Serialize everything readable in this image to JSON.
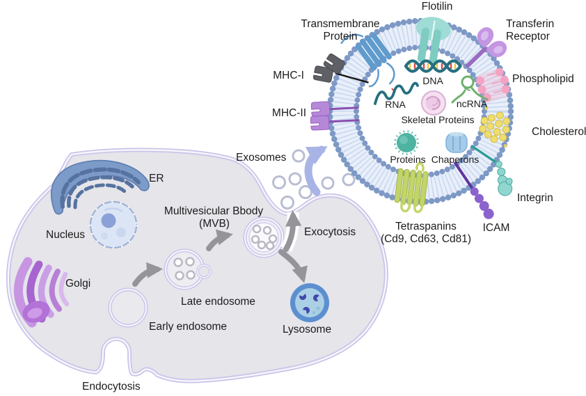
{
  "figure": {
    "description": "Exosome biogenesis diagram: cell with organelles releasing exosomes, and enlarged exosome vesicle with membrane components"
  },
  "cell": {
    "labels": {
      "er": "ER",
      "nucleus": "Nucleus",
      "golgi": "Golgi",
      "mvb_line1": "Multivesicular Bbody",
      "mvb_line2": "(MVB)",
      "late_endosome": "Late endosome",
      "early_endosome": "Early endosome",
      "lysosome": "Lysosome",
      "exocytosis": "Exocytosis",
      "endocytosis": "Endocytosis",
      "exosomes": "Exosomes"
    }
  },
  "exosome": {
    "membrane_labels": {
      "flotilin": "Flotilin",
      "transmembrane_line1": "Transmembrane",
      "transmembrane_line2": "Protein",
      "transferin_line1": "Transferin",
      "transferin_line2": "Receptor",
      "mhc1": "MHC-I",
      "mhc2": "MHC-II",
      "phospholipid": "Phospholipid",
      "cholesterol": "Cholesterol",
      "integrin": "Integrin",
      "icam": "ICAM",
      "tetraspanins_line1": "Tetraspanins",
      "tetraspanins_line2": "(Cd9, Cd63, Cd81)"
    },
    "cargo_labels": {
      "dna": "DNA",
      "rna": "RNA",
      "ncrna": "ncRNA",
      "skeletal": "Skeletal Proteins",
      "proteins": "Proteins",
      "chaperons": "Chaperons"
    }
  },
  "colors": {
    "membrane_bead": "#7e99c5",
    "flotilin": "#9fdcd5",
    "transmembrane": "#5f9bcc",
    "transferin": "#c495e2",
    "phospholipid": "#f4a3c3",
    "cholesterol": "#efdd6e",
    "integrin": "#8fd6cf",
    "icam": "#8a63cc",
    "tetraspanins": "#c3d56a",
    "mhc1": "#5f6066",
    "mhc2": "#b588d8",
    "dna": "#256f80",
    "rna": "#256f80",
    "ncrna": "#6fae6f",
    "skeletal_fill": "#f5e0f0",
    "proteins": "#4fb3a2",
    "chaperons": "#a6cbe8",
    "cell_fill": "#e5e5ea",
    "cell_membrane": "#cbc4ea",
    "er": "#7d9bc9",
    "nucleus_fill": "#dce5f5",
    "nucleolus": "#8ba0d8",
    "golgi": "#b77fd6",
    "lysosome_ring": "#5c8fd0",
    "lysosome_fill": "#abcfe4",
    "arrow_gray": "#949499",
    "arrow_blue": "#a9b4e6"
  }
}
